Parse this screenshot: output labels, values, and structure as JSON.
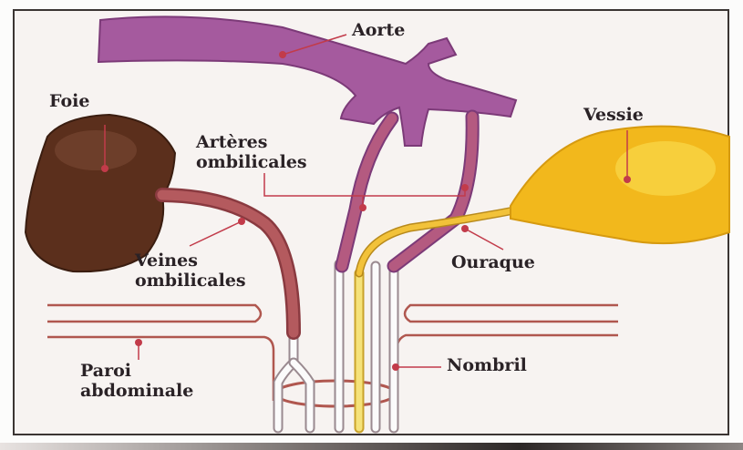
{
  "labels": {
    "aorte": "Aorte",
    "foie": "Foie",
    "vessie": "Vessie",
    "arteres_line1": "Artères",
    "arteres_line2": "ombilicales",
    "veines_line1": "Veines",
    "veines_line2": "ombilicales",
    "ouraque": "Ouraque",
    "nombril": "Nombril",
    "paroi_line1": "Paroi",
    "paroi_line2": "abdominale"
  },
  "colors": {
    "aorta": "#a55a9e",
    "liver": "#5b2f1c",
    "bladder": "#f2b81c",
    "umbilical_vessel": "#b45a5e",
    "abdominal_wall": "#b0574f",
    "urachus": "#e0a728",
    "leader_line": "#c23b4a"
  }
}
